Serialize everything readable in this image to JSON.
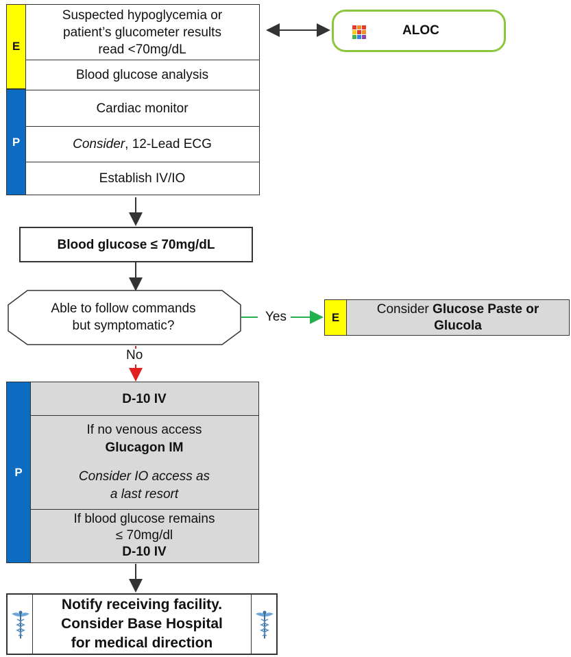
{
  "top_section": {
    "e_tab": "E",
    "p_tab": "P",
    "e_items": [
      "Suspected hypoglycemia or",
      "patient’s glucometer results",
      "read <70mg/dL",
      "Blood glucose analysis"
    ],
    "p_items": [
      "Cardiac monitor",
      "Consider",
      ", 12-Lead ECG",
      "Establish IV/IO"
    ]
  },
  "aloc": {
    "label": "ALOC",
    "icon": "grid-icon"
  },
  "glucose_box": {
    "label": "Blood glucose ≤ 70mg/dL"
  },
  "decision": {
    "line1": "Able to follow commands",
    "line2": "but symptomatic?",
    "yes_label": "Yes",
    "no_label": "No"
  },
  "yes_box": {
    "tab": "E",
    "text_prefix": "Consider ",
    "text_bold1": "Glucose Paste or",
    "text_bold2": "Glucola"
  },
  "bottom_section": {
    "p_tab": "P",
    "row1": "D-10 IV",
    "row2_line1": "If no venous access",
    "row2_line2": "Glucagon IM",
    "row2_line3": "Consider IO access as",
    "row2_line4": "a last resort",
    "row3_line1": "If blood glucose remains",
    "row3_line2": "≤ 70mg/dl",
    "row3_line3": "D-10 IV"
  },
  "notify": {
    "line1": "Notify receiving facility.",
    "line2": "Consider Base Hospital",
    "line3": "for medical direction",
    "icon": "caduceus-icon"
  },
  "colors": {
    "ems_yellow": "#ffff00",
    "paramedic_blue": "#0b6cc2",
    "aloc_green": "#8cc63f",
    "yes_arrow": "#22b14c",
    "no_arrow": "#e02020",
    "gray_fill": "#d9d9d9"
  }
}
